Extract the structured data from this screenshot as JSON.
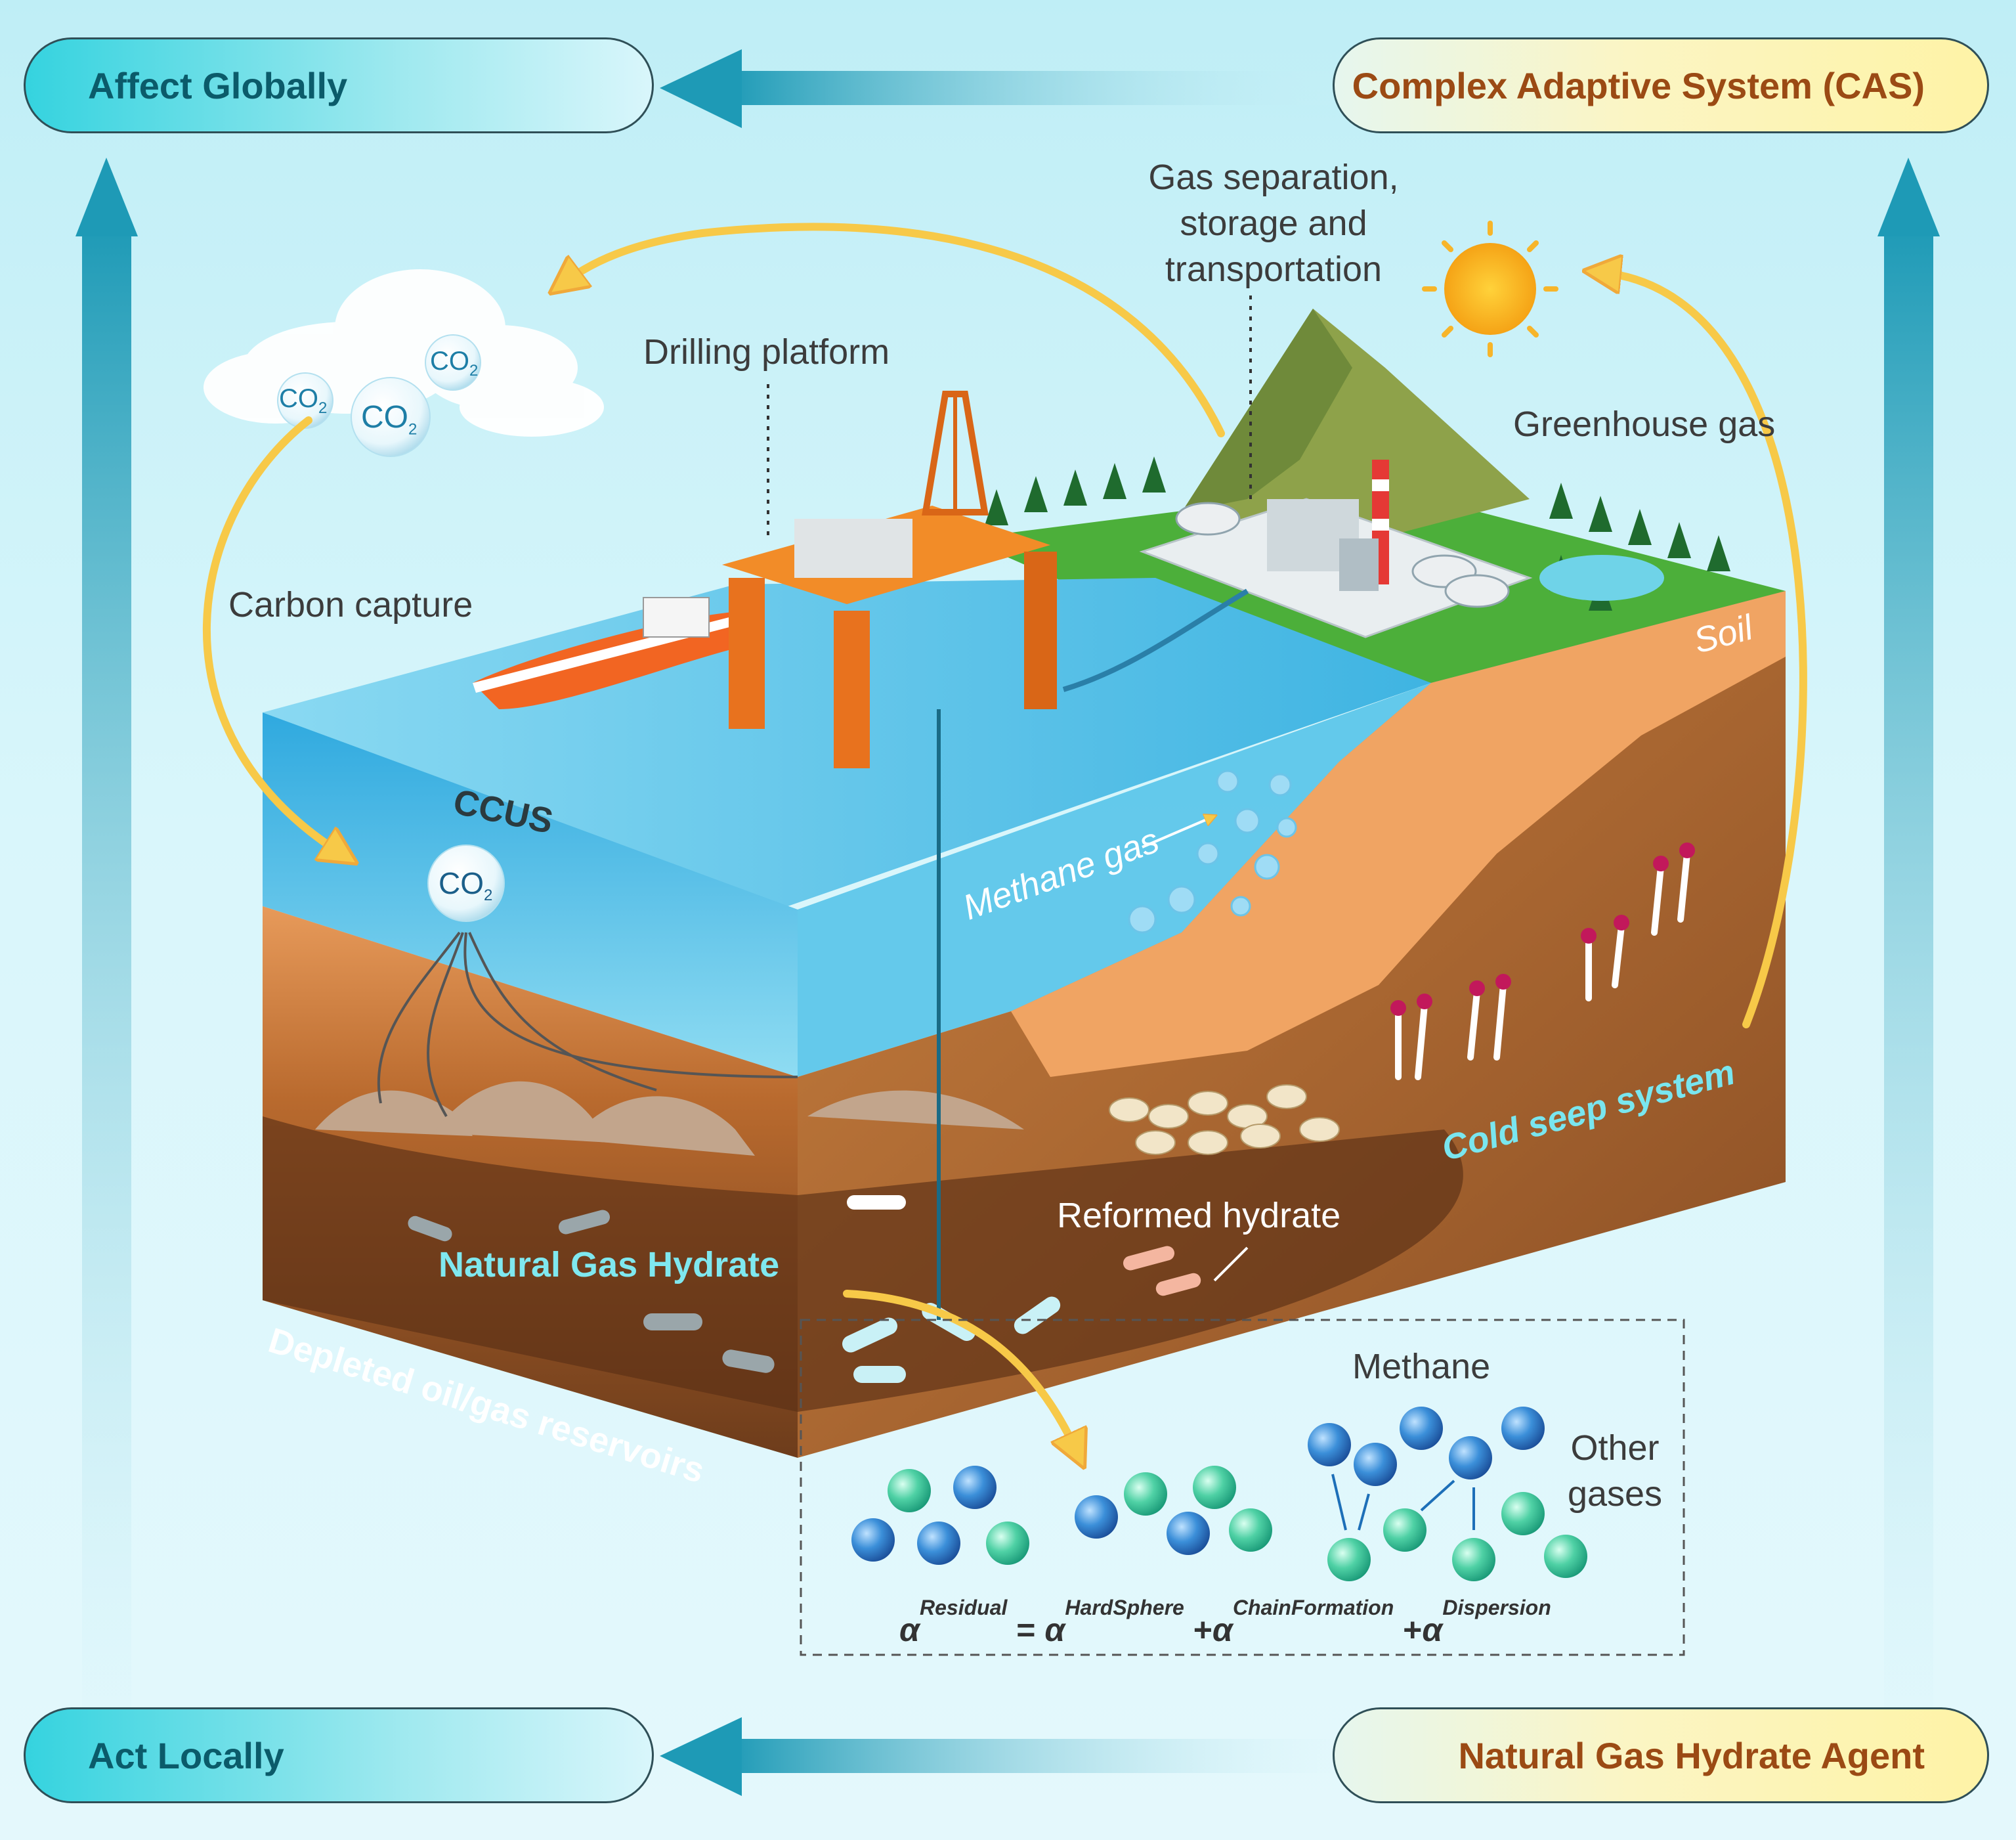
{
  "corners": {
    "top_left": "Affect Globally",
    "top_right": "Complex Adaptive System (CAS)",
    "bottom_left": "Act Locally",
    "bottom_right": "Natural Gas Hydrate Agent"
  },
  "labels": {
    "gas_separation": "Gas separation,",
    "gas_separation_2": "storage and",
    "gas_separation_3": "transportation",
    "drilling_platform": "Drilling platform",
    "greenhouse_gas": "Greenhouse gas",
    "carbon_capture": "Carbon capture",
    "ccus": "CCUS",
    "methane_gas": "Methane gas",
    "soil": "Soil",
    "cold_seep": "Cold seep system",
    "reformed_hydrate": "Reformed hydrate",
    "natural_gas_hydrate": "Natural Gas Hydrate",
    "depleted": "Depleted oil/gas reservoirs",
    "methane": "Methane",
    "other_gases_1": "Other",
    "other_gases_2": "gases"
  },
  "co2": {
    "text": "CO",
    "sub": "2"
  },
  "formula": {
    "symbol": "α",
    "residual": "Residual",
    "eq": "=",
    "plus": "+",
    "hard_sphere": "HardSphere",
    "chain_formation": "ChainFormation",
    "dispersion": "Dispersion"
  },
  "colors": {
    "accent_teal": "#2a9bb8",
    "gold_arrow": "#f7c948",
    "methane_blue": "#3b8fd9",
    "other_gas_green": "#4fd1a5",
    "sea": "#39b8e6",
    "sediment": "#b8641f"
  }
}
